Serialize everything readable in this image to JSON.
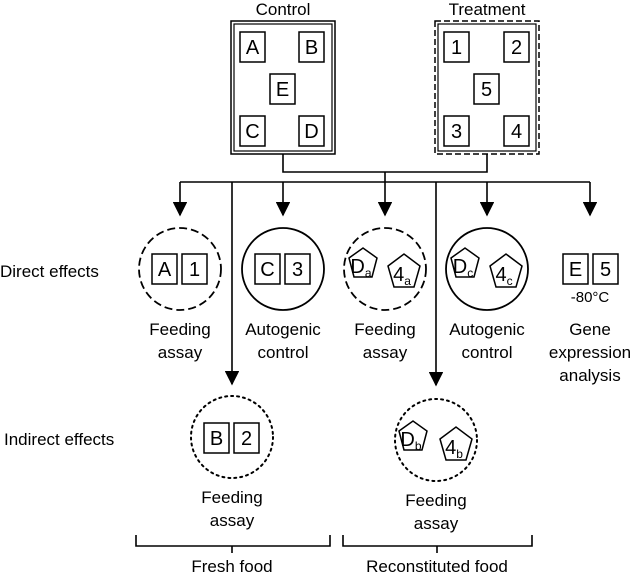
{
  "groups": {
    "control": {
      "title": "Control",
      "samples": [
        "A",
        "B",
        "E",
        "C",
        "D"
      ]
    },
    "treatment": {
      "title": "Treatment",
      "samples": [
        "1",
        "2",
        "5",
        "3",
        "4"
      ]
    }
  },
  "rows": {
    "direct": "Direct effects",
    "indirect": "Indirect effects"
  },
  "direct": [
    {
      "items": [
        "A",
        "1"
      ],
      "label": [
        "Feeding",
        "assay"
      ],
      "border": "dashed"
    },
    {
      "items": [
        "C",
        "3"
      ],
      "label": [
        "Autogenic",
        "control"
      ],
      "border": "solid"
    },
    {
      "items": [
        {
          "base": "D",
          "sub": "a"
        },
        {
          "base": "4",
          "sub": "a"
        }
      ],
      "label": [
        "Feeding",
        "assay"
      ],
      "border": "dashed"
    },
    {
      "items": [
        {
          "base": "D",
          "sub": "c"
        },
        {
          "base": "4",
          "sub": "c"
        }
      ],
      "label": [
        "Autogenic",
        "control"
      ],
      "border": "solid"
    },
    {
      "items": [
        "E",
        "5"
      ],
      "note": "-80°C",
      "label": [
        "Gene",
        "expression",
        "analysis"
      ],
      "border": "none"
    }
  ],
  "indirect": [
    {
      "items": [
        "B",
        "2"
      ],
      "label": [
        "Feeding",
        "assay"
      ],
      "border": "dotted"
    },
    {
      "items": [
        {
          "base": "D",
          "sub": "b"
        },
        {
          "base": "4",
          "sub": "b"
        }
      ],
      "label": [
        "Feeding",
        "assay"
      ],
      "border": "dotted"
    }
  ],
  "bottom": {
    "fresh": "Fresh food",
    "reconstituted": "Reconstituted food"
  }
}
